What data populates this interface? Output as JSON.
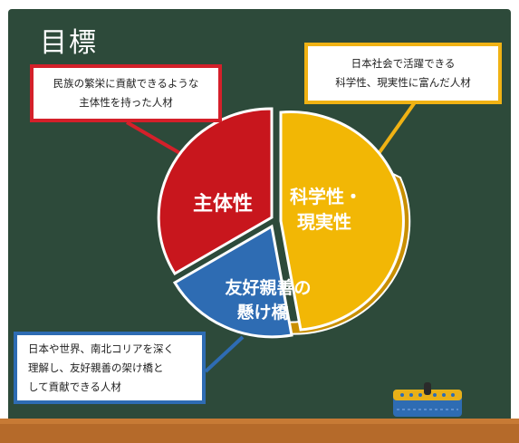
{
  "title": "目標",
  "notes": {
    "red": [
      "民族の繁栄に貢献できるような",
      "主体性を持った人材"
    ],
    "yellow": [
      "日本社会で活躍できる",
      "科学性、現実性に富んだ人材"
    ],
    "blue": [
      "日本や世界、南北コリアを深く",
      "理解し、友好親善の架け橋と",
      "して貢献できる人材"
    ]
  },
  "segments": {
    "red": {
      "lines": [
        "主体性"
      ],
      "color": "#c8161d"
    },
    "yellow": {
      "lines": [
        "科学性・",
        "現実性"
      ],
      "color": "#f2b705"
    },
    "blue": {
      "lines": [
        "友好親善の",
        "懸け橋"
      ],
      "color": "#2e6cb3"
    }
  },
  "colors": {
    "board": "#2d4a3a",
    "ledge": "#b56a2a"
  }
}
